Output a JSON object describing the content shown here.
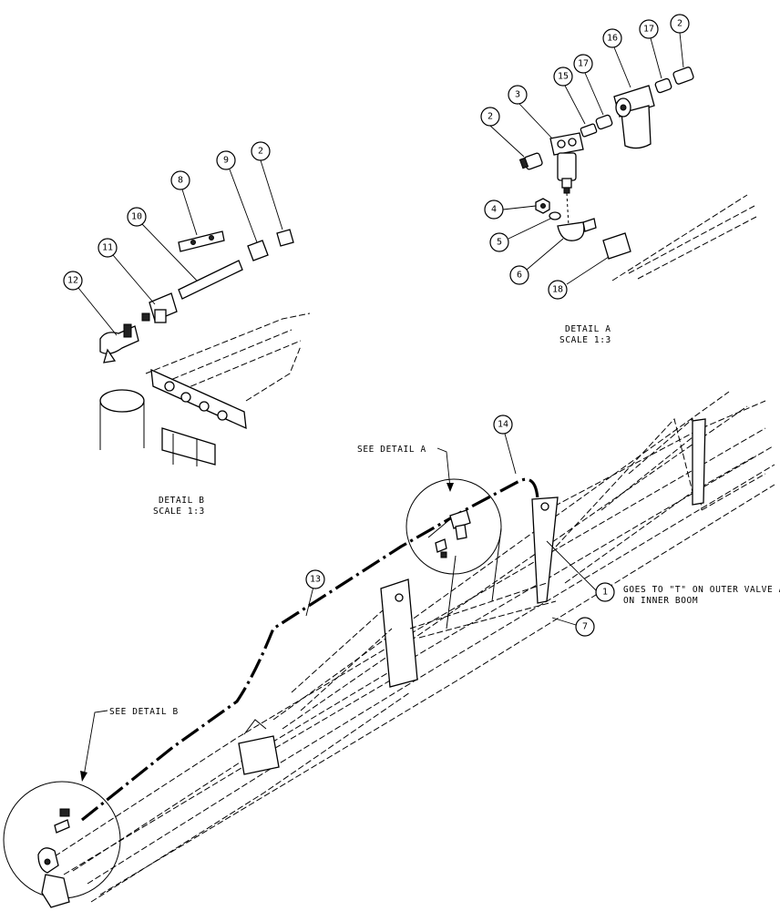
{
  "diagram": {
    "detail_a": {
      "title": "DETAIL  A",
      "scale": "SCALE  1:3",
      "callouts": [
        "2",
        "3",
        "15",
        "17",
        "16",
        "17",
        "2",
        "4",
        "5",
        "6",
        "18"
      ]
    },
    "detail_b": {
      "title": "DETAIL  B",
      "scale": "SCALE  1:3",
      "callouts": [
        "8",
        "9",
        "2",
        "10",
        "11",
        "12"
      ]
    },
    "main_view": {
      "callouts": [
        "14",
        "13",
        "1",
        "7"
      ],
      "see_detail_a": "SEE DETAIL  A",
      "see_detail_b": "SEE DETAIL  B",
      "note_line1": "GOES TO \"T\" ON OUTER VALVE ASSY",
      "note_line2": "ON INNER BOOM"
    }
  }
}
